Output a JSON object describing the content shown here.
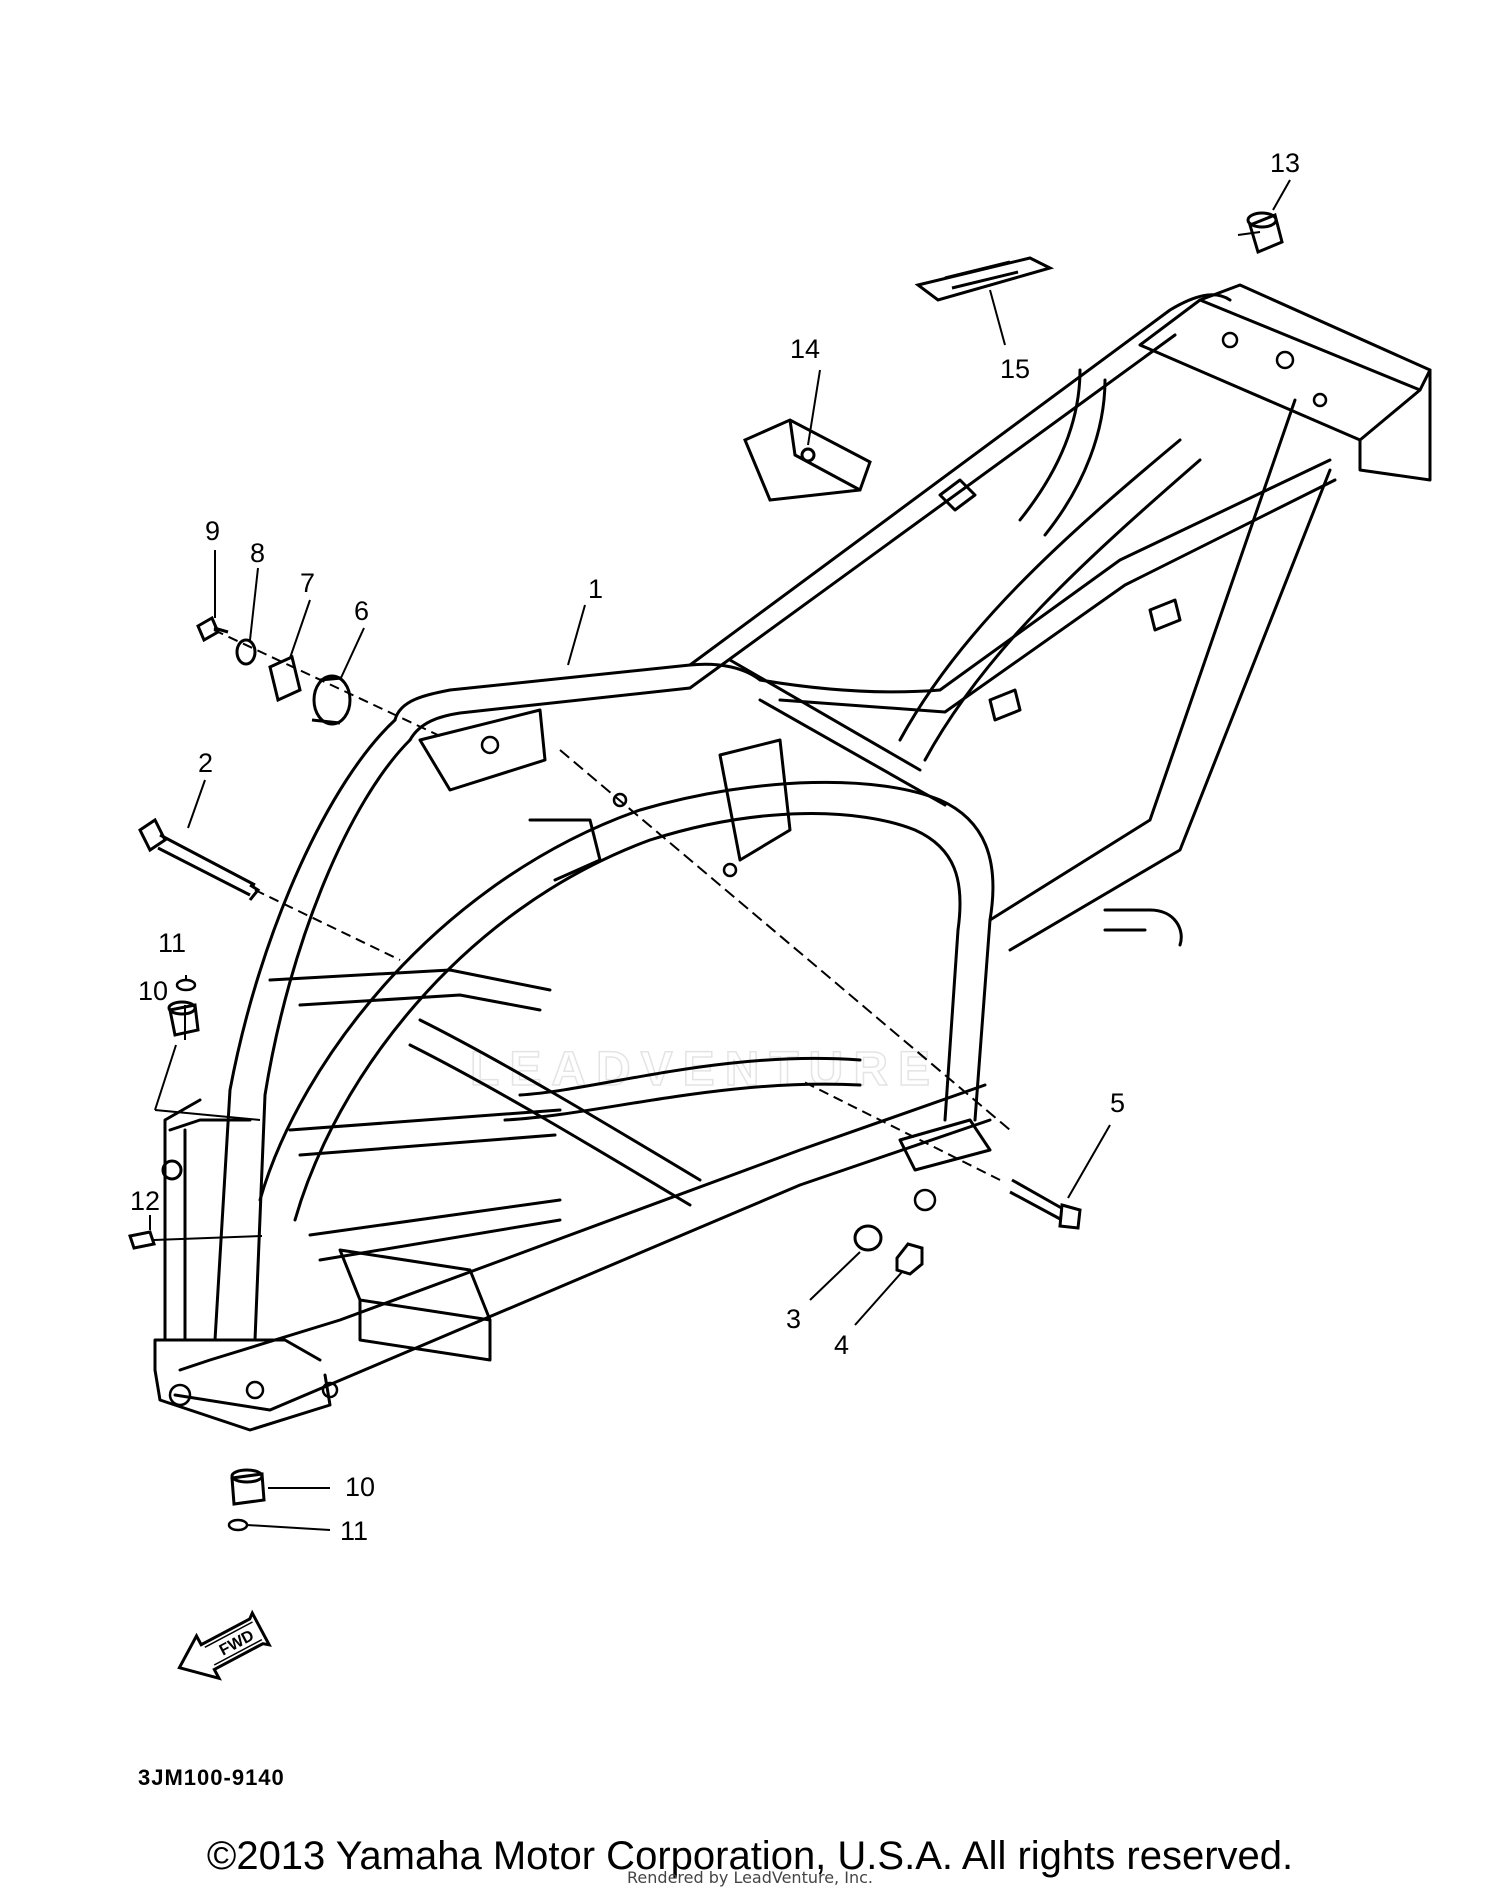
{
  "diagram": {
    "callouts": [
      {
        "id": "1",
        "label": "1"
      },
      {
        "id": "2",
        "label": "2"
      },
      {
        "id": "3",
        "label": "3"
      },
      {
        "id": "4",
        "label": "4"
      },
      {
        "id": "5",
        "label": "5"
      },
      {
        "id": "6",
        "label": "6"
      },
      {
        "id": "7",
        "label": "7"
      },
      {
        "id": "8",
        "label": "8"
      },
      {
        "id": "9",
        "label": "9"
      },
      {
        "id": "10a",
        "label": "10"
      },
      {
        "id": "10b",
        "label": "10"
      },
      {
        "id": "11a",
        "label": "11"
      },
      {
        "id": "11b",
        "label": "11"
      },
      {
        "id": "12",
        "label": "12"
      },
      {
        "id": "13",
        "label": "13"
      },
      {
        "id": "14",
        "label": "14"
      },
      {
        "id": "15",
        "label": "15"
      }
    ],
    "fwd_label": "FWD",
    "drawing_code": "3JM100-9140",
    "watermark": "LEADVENTURE"
  },
  "footer": {
    "copyright": "©2013 Yamaha Motor Corporation, U.S.A. All rights reserved.",
    "rendered_by": "Rendered by LeadVenture, Inc."
  }
}
